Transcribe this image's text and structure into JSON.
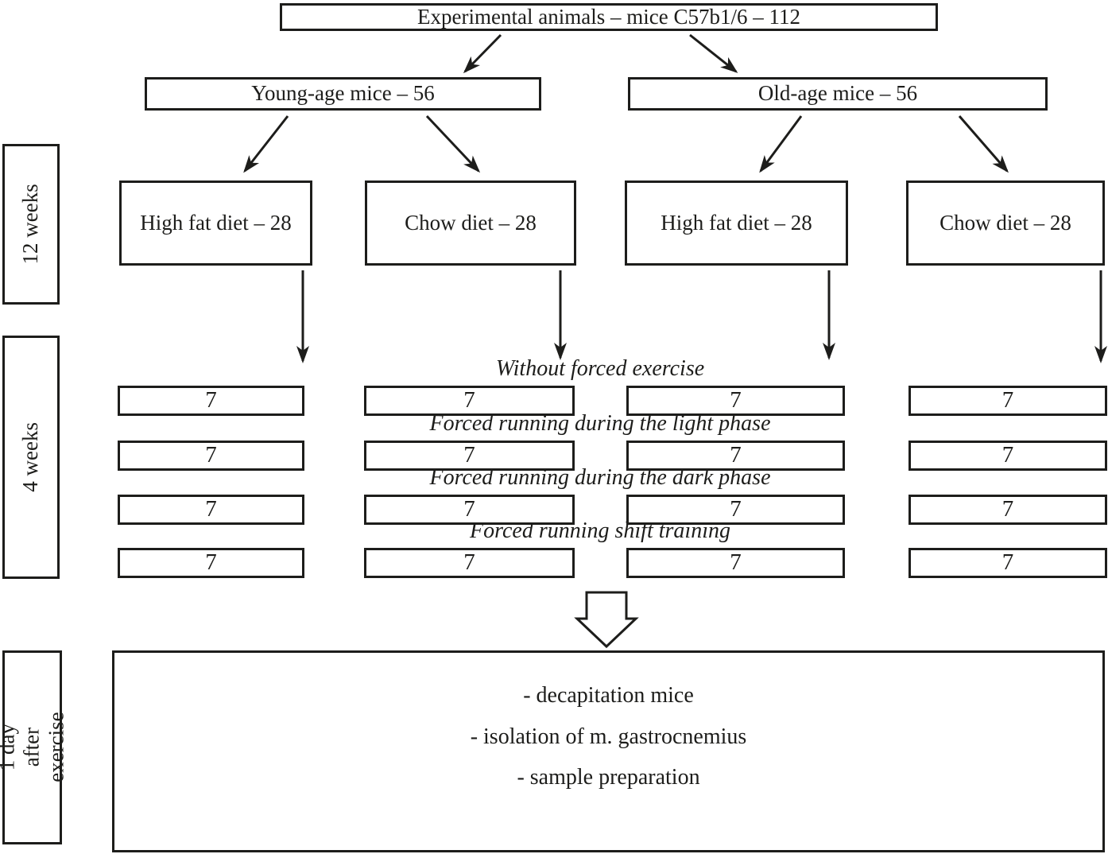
{
  "colors": {
    "line": "#1d1d1b",
    "background": "#ffffff"
  },
  "flow": {
    "root": "Experimental animals – mice C57b1/6 – 112",
    "age_groups": [
      {
        "label": "Young-age mice – 56"
      },
      {
        "label": "Old-age mice – 56"
      }
    ],
    "diet_groups": [
      {
        "label": "High fat diet – 28"
      },
      {
        "label": "Chow diet – 28"
      },
      {
        "label": "High fat diet – 28"
      },
      {
        "label": "Chow diet – 28"
      }
    ],
    "exercise_rows": [
      {
        "label": "Without forced exercise",
        "counts": [
          "7",
          "7",
          "7",
          "7"
        ]
      },
      {
        "label": "Forced running during the light phase",
        "counts": [
          "7",
          "7",
          "7",
          "7"
        ]
      },
      {
        "label": "Forced running during the dark phase",
        "counts": [
          "7",
          "7",
          "7",
          "7"
        ]
      },
      {
        "label": "Forced running shift training",
        "counts": [
          "7",
          "7",
          "7",
          "7"
        ]
      }
    ],
    "final_box": {
      "lines": [
        "- decapitation mice",
        "- isolation of m. gastrocnemius",
        "- sample preparation"
      ]
    }
  },
  "timeline_labels": [
    {
      "label": "12 weeks"
    },
    {
      "label": "4 weeks"
    },
    {
      "label": "1 day after exercise"
    }
  ]
}
